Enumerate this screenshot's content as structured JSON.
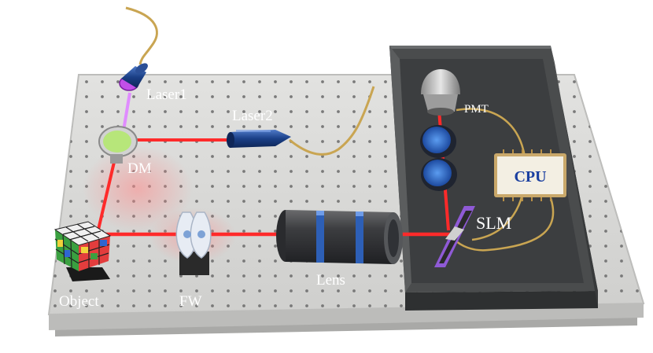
{
  "labels": {
    "laser1": "Laser1",
    "laser2": "Laser2",
    "dm": "DM",
    "pmt": "PMT",
    "cpu": "CPU",
    "slm": "SLM",
    "object": "Object",
    "fw": "FW",
    "lens": "Lens"
  },
  "colors": {
    "table": "#d9d9d7",
    "table_edge": "#b4b4b2",
    "holes": "#6f6f6f",
    "beam": "#ff2a2a",
    "beam_violet": "#e08cff",
    "box": "#555758",
    "fiber": "#c9a552",
    "laser_blue": "#1a3f86",
    "filter_blue": "#2c69c8",
    "slm_violet": "#8f5ad6",
    "label_white": "#ffffff",
    "cpu_text": "#1a3fa0"
  }
}
